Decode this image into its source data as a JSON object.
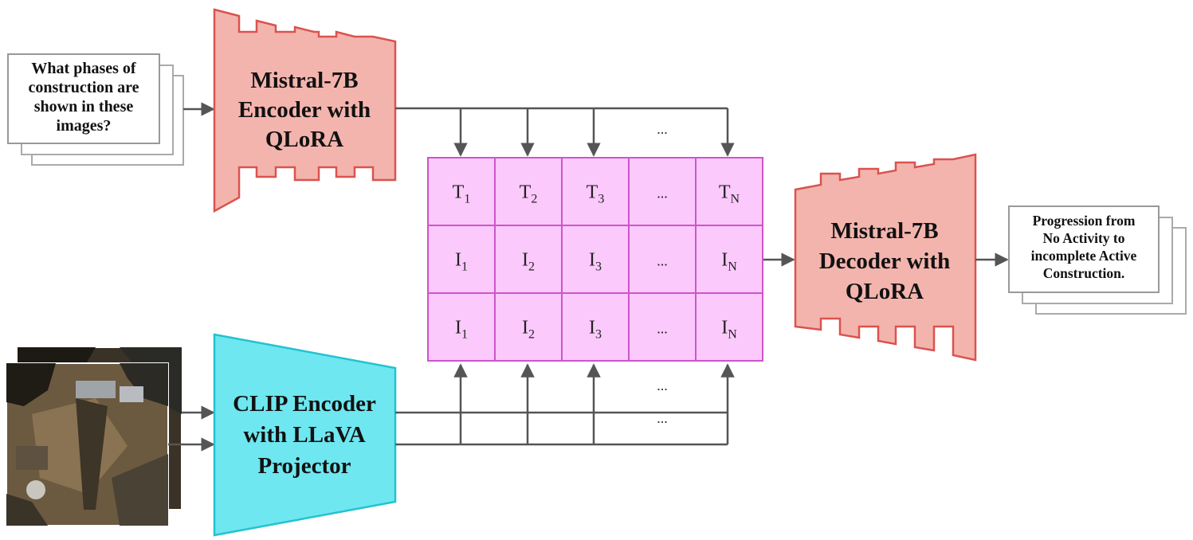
{
  "diagram": {
    "question_card": {
      "lines": [
        "What phases of",
        "construction are",
        "shown in these",
        "images?"
      ]
    },
    "text_encoder": {
      "lines": [
        "Mistral-7B",
        "Encoder with",
        "QLoRA"
      ],
      "color": "#f4b4ae",
      "border": "#d9534f"
    },
    "image_encoder": {
      "lines": [
        "CLIP Encoder",
        "with LLaVA",
        "Projector"
      ],
      "color": "#6ee7f0",
      "border": "#22c3cf"
    },
    "decoder": {
      "lines": [
        "Mistral-7B",
        "Decoder with",
        "QLoRA"
      ],
      "color": "#f4b4ae",
      "border": "#d9534f"
    },
    "answer_card": {
      "lines": [
        "Progression from",
        "No Activity to",
        "incomplete Active",
        "Construction."
      ]
    },
    "token_grid": {
      "fill": "#fbc9fb",
      "border": "#cc55cc",
      "rows": [
        [
          {
            "base": "T",
            "sub": "1"
          },
          {
            "base": "T",
            "sub": "2"
          },
          {
            "base": "T",
            "sub": "3"
          },
          {
            "base": "...",
            "sub": ""
          },
          {
            "base": "T",
            "sub": "N"
          }
        ],
        [
          {
            "base": "I",
            "sub": "1"
          },
          {
            "base": "I",
            "sub": "2"
          },
          {
            "base": "I",
            "sub": "3"
          },
          {
            "base": "...",
            "sub": ""
          },
          {
            "base": "I",
            "sub": "N"
          }
        ],
        [
          {
            "base": "I",
            "sub": "1"
          },
          {
            "base": "I",
            "sub": "2"
          },
          {
            "base": "I",
            "sub": "3"
          },
          {
            "base": "...",
            "sub": ""
          },
          {
            "base": "I",
            "sub": "N"
          }
        ]
      ]
    },
    "ellipsis": "...",
    "arrow_color": "#555555"
  }
}
